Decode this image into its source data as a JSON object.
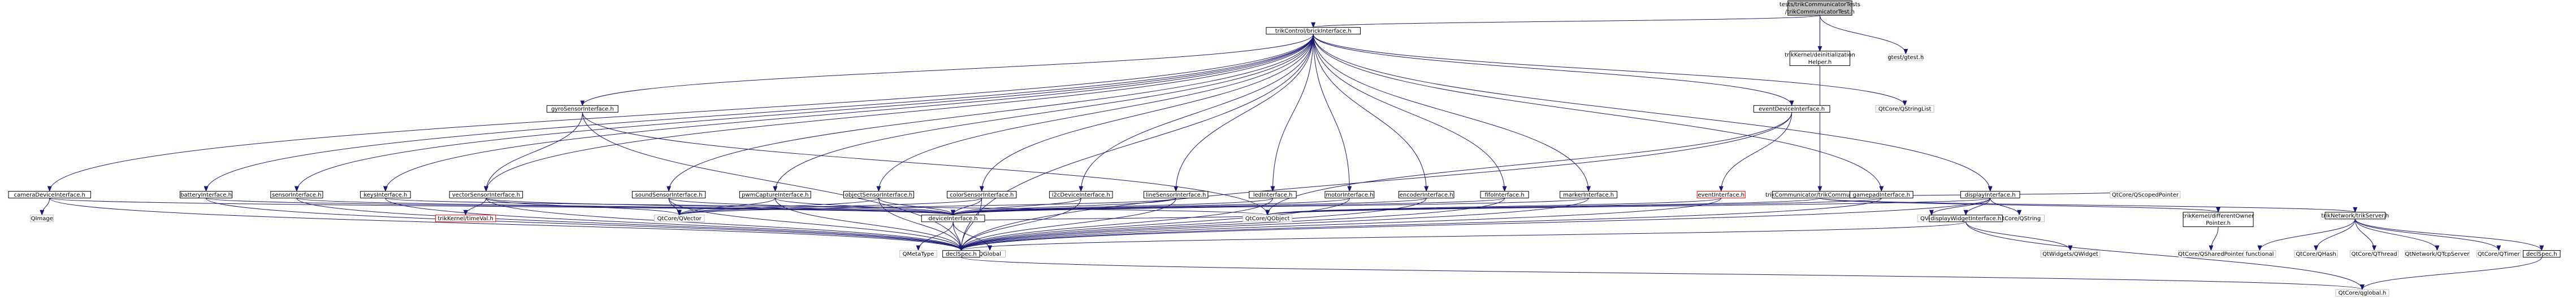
{
  "nodes": {
    "root": [
      "tests/trikCommunicatorTests",
      "/trikCommunicatorTest.h"
    ],
    "brick": [
      "trikControl/brickInterface.h"
    ],
    "identhelper": [
      "trikKernel/deinitialization",
      "Helper.h"
    ],
    "gtest": [
      "gtest/gtest.h"
    ],
    "trikcomm": [
      "trikCommunicator/trikCommunicator.h"
    ],
    "gyro": [
      "gyroSensorInterface.h"
    ],
    "qstringlist": [
      "QtCore/QStringList"
    ],
    "eventdev": [
      "eventDeviceInterface.h"
    ],
    "display": [
      "displayInterface.h"
    ],
    "camera": [
      "cameraDeviceInterface.h"
    ],
    "battery": [
      "batteryInterface.h"
    ],
    "sensor": [
      "sensorInterface.h"
    ],
    "keys": [
      "keysInterface.h"
    ],
    "vector": [
      "vectorSensorInterface.h"
    ],
    "sound": [
      "soundSensorInterface.h"
    ],
    "pwm": [
      "pwmCaptureInterface.h"
    ],
    "object": [
      "objectSensorInterface.h"
    ],
    "color": [
      "colorSensorInterface.h"
    ],
    "i2c": [
      "i2cDeviceInterface.h"
    ],
    "line": [
      "lineSensorInterface.h"
    ],
    "led": [
      "ledInterface.h"
    ],
    "motor": [
      "motorInterface.h"
    ],
    "encoder": [
      "encoderInterface.h"
    ],
    "fifo": [
      "fifoInterface.h"
    ],
    "marker": [
      "markerInterface.h"
    ],
    "event": [
      "eventInterface.h"
    ],
    "gamepad": [
      "gamepadInterface.h"
    ],
    "qimage": [
      "QImage"
    ],
    "timeval": [
      "trikKernel/timeVal.h"
    ],
    "qvector": [
      "QtCore/QVector"
    ],
    "device": [
      "deviceInterface.h"
    ],
    "qobject": [
      "QtCore/QObject"
    ],
    "qvector2": [
      "QVector"
    ],
    "qstring": [
      "QtCore/QString"
    ],
    "metatype": [
      "QMetaType"
    ],
    "qglobal": [
      "QGlobal"
    ],
    "declspec": [
      "declSpec.h"
    ],
    "displaywidget": [
      "displayWidgetInterface.h"
    ],
    "qwidget": [
      "QtWidgets/QWidget"
    ],
    "scopedptr": [
      "QtCore/QScopedPointer"
    ],
    "differentowner": [
      "trikKernel/differentOwner",
      "Pointer.h"
    ],
    "sharedptr": [
      "QtCore/QSharedPointer"
    ],
    "trikserver": [
      "trikNetwork/trikServer.h"
    ],
    "functional": [
      "functional"
    ],
    "qhash": [
      "QtCore/QHash"
    ],
    "qthread": [
      "QtCore/QThread"
    ],
    "qtcpserver": [
      "QtNetwork/QTcpServer"
    ],
    "qtimer": [
      "QtCore/QTimer"
    ],
    "declspec2": [
      "declSpec.h"
    ],
    "qtcoreglobal": [
      "QtCore/qglobal.h"
    ]
  },
  "colors": {
    "edge": "#191970",
    "node_border": "#000000",
    "highlight_border": "#ff0000",
    "root_fill": "#bfbfbf",
    "node_fill": "#ffffff",
    "external_border": "#bfbfbf",
    "text": "#000000"
  }
}
